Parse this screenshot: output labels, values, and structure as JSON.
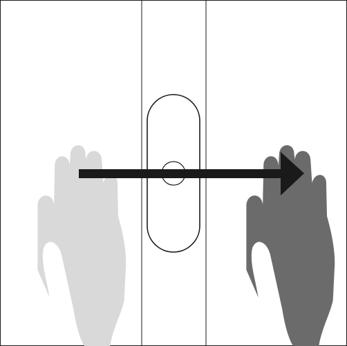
{
  "diagram": {
    "frame_color": "#1a1a1a",
    "panels": [
      {
        "name": "left-panel"
      },
      {
        "name": "center-panel"
      },
      {
        "name": "right-panel"
      }
    ],
    "hands": [
      {
        "name": "hand-start",
        "icon": "hand-icon",
        "fill": "#d9d9d9",
        "state": "start"
      },
      {
        "name": "hand-end",
        "icon": "hand-icon",
        "fill": "#6b6b6b",
        "state": "end"
      }
    ],
    "arrow": {
      "icon": "arrow-right-icon",
      "direction": "right",
      "color": "#1a1a1a"
    },
    "sensor": {
      "icon": "sensor-plate-icon",
      "shape": "rounded-slot-with-circle"
    }
  }
}
